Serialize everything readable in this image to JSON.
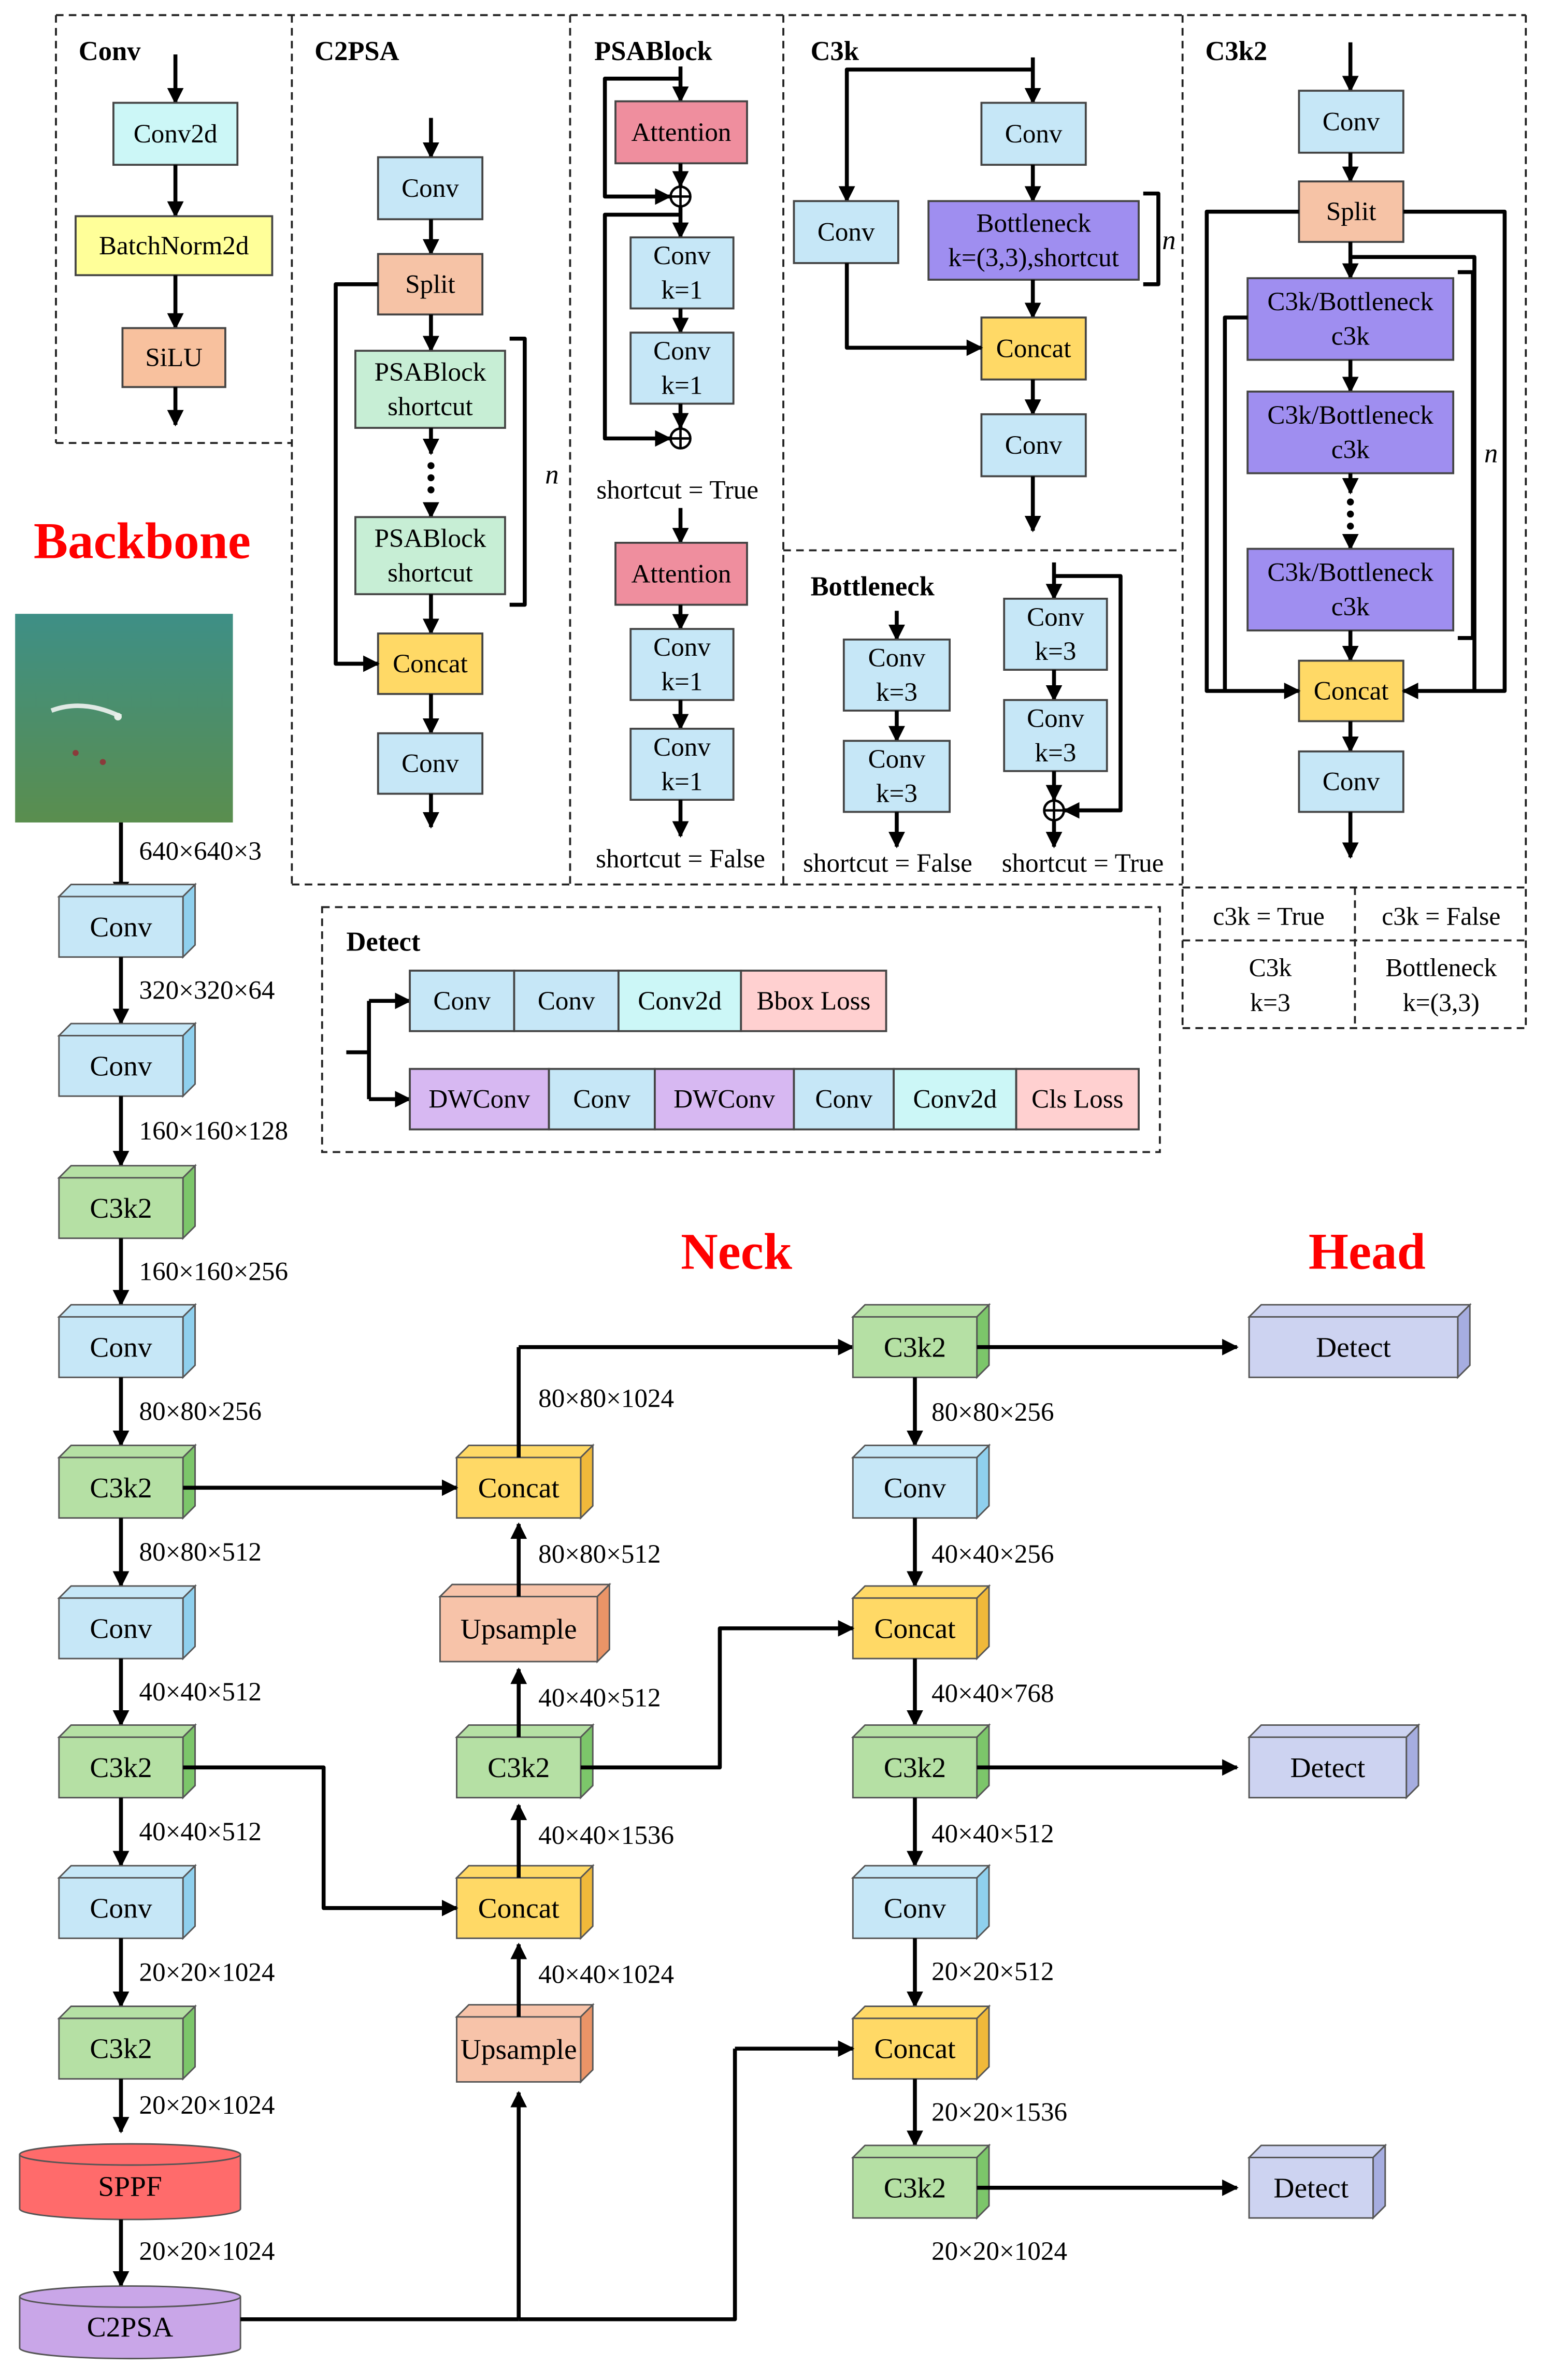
{
  "panels": {
    "conv": {
      "title": "Conv",
      "blocks": [
        "Conv2d",
        "BatchNorm2d",
        "SiLU"
      ]
    },
    "c2psa": {
      "title": "C2PSA",
      "conv_top": "Conv",
      "split": "Split",
      "psablock_1": [
        "PSABlock",
        "shortcut"
      ],
      "psablock_2": [
        "PSABlock",
        "shortcut"
      ],
      "concat": "Concat",
      "conv_bottom": "Conv",
      "n": "n"
    },
    "psablock": {
      "title": "PSABlock",
      "attention_1": "Attention",
      "conv_1": [
        "Conv",
        "k=1"
      ],
      "conv_2": [
        "Conv",
        "k=1"
      ],
      "shortcut_true": "shortcut = True",
      "attention_2": "Attention",
      "conv_3": [
        "Conv",
        "k=1"
      ],
      "conv_4": [
        "Conv",
        "k=1"
      ],
      "shortcut_false": "shortcut = False"
    },
    "c3k": {
      "title": "C3k",
      "conv_top": "Conv",
      "conv_left": "Conv",
      "bottleneck": [
        "Bottleneck",
        "k=(3,3),shortcut"
      ],
      "concat": "Concat",
      "conv_bottom": "Conv",
      "n": "n"
    },
    "bottleneck": {
      "title": "Bottleneck",
      "left_conv_1": [
        "Conv",
        "k=3"
      ],
      "left_conv_2": [
        "Conv",
        "k=3"
      ],
      "right_conv_1": [
        "Conv",
        "k=3"
      ],
      "right_conv_2": [
        "Conv",
        "k=3"
      ],
      "shortcut_false": "shortcut = False",
      "shortcut_true": "shortcut = True"
    },
    "c3k2": {
      "title": "C3k2",
      "conv_top": "Conv",
      "split": "Split",
      "block_1": [
        "C3k/Bottleneck",
        "c3k"
      ],
      "block_2": [
        "C3k/Bottleneck",
        "c3k"
      ],
      "block_3": [
        "C3k/Bottleneck",
        "c3k"
      ],
      "concat": "Concat",
      "conv_bottom": "Conv",
      "n": "n",
      "table": {
        "col1_header": "c3k = True",
        "col2_header": "c3k = False",
        "col1_value": [
          "C3k",
          "k=3"
        ],
        "col2_value": [
          "Bottleneck",
          "k=(3,3)"
        ]
      }
    },
    "detect": {
      "title": "Detect",
      "row_1": [
        "Conv",
        "Conv",
        "Conv2d",
        "Bbox Loss"
      ],
      "row_2": [
        "DWConv",
        "Conv",
        "DWConv",
        "Conv",
        "Conv2d",
        "Cls Loss"
      ]
    }
  },
  "sections": {
    "backbone": "Backbone",
    "neck": "Neck",
    "head": "Head"
  },
  "backbone": {
    "input_size": "640×640×3",
    "layers": [
      "Conv",
      "Conv",
      "C3k2",
      "Conv",
      "C3k2",
      "Conv",
      "C3k2",
      "Conv",
      "C3k2"
    ],
    "sizes": [
      "320×320×64",
      "160×160×128",
      "160×160×256",
      "80×80×256",
      "80×80×512",
      "40×40×512",
      "40×40×512",
      "20×20×1024",
      "20×20×1024"
    ],
    "sppf": "SPPF",
    "sppf_out": "20×20×1024",
    "c2psa": "C2PSA"
  },
  "neck": {
    "upsample_1": "Upsample",
    "upsample_1_out": "40×40×1024",
    "concat_1": "Concat",
    "concat_1_out": "40×40×1536",
    "c3k2_1": "C3k2",
    "c3k2_1_out": "40×40×512",
    "upsample_2": "Upsample",
    "upsample_2_out": "80×80×512",
    "concat_2": "Concat",
    "concat_2_out": "80×80×1024"
  },
  "head": {
    "c3k2_p3": "C3k2",
    "c3k2_p3_out": "80×80×256",
    "conv_1": "Conv",
    "conv_1_out": "40×40×256",
    "concat_1": "Concat",
    "concat_1_out": "40×40×768",
    "c3k2_p4": "C3k2",
    "c3k2_p4_out": "40×40×512",
    "conv_2": "Conv",
    "conv_2_out": "20×20×512",
    "concat_2": "Concat",
    "concat_2_out": "20×20×1536",
    "c3k2_p5": "C3k2",
    "c3k2_p5_out": "20×20×1024",
    "detect_1": "Detect",
    "detect_2": "Detect",
    "detect_3": "Detect"
  },
  "colors": {
    "conv": "#c6e7f7",
    "conv_side": "#8fd0ee",
    "c3k2": "#b5e0a4",
    "c3k2_side": "#7cc66a",
    "concat": "#ffd966",
    "concat_side": "#f0b93a",
    "upsample": "#f7c3a9",
    "upsample_side": "#ea9467",
    "detect": "#cdd3f1",
    "detect_side": "#a6ade0",
    "sppf": "#ff6b6b",
    "c2psa": "#c9a6e8",
    "conv2d": "#ccf7f7",
    "batchnorm": "#ffff99",
    "silu": "#f8c19e",
    "split": "#f6c3a6",
    "psablock": "#c7eed5",
    "attention": "#ef8e9e",
    "bottleneck": "#9f8ef0",
    "bbox_loss": "#ffd0d0",
    "dwconv": "#d7b8f2",
    "title_red": "#ff0000"
  }
}
